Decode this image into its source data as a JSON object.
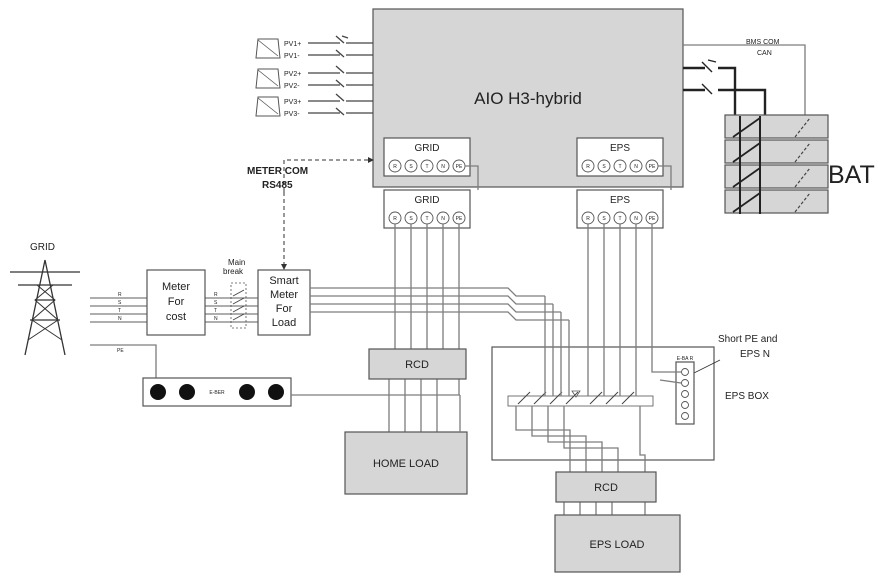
{
  "inverter": {
    "title": "AIO H3-hybrid"
  },
  "pv": [
    {
      "plus": "PV1+",
      "minus": "PV1-"
    },
    {
      "plus": "PV2+",
      "minus": "PV2-"
    },
    {
      "plus": "PV3+",
      "minus": "PV3-"
    }
  ],
  "bms": {
    "line1": "BMS COM",
    "line2": "CAN"
  },
  "battery": {
    "label": "BAT"
  },
  "grid_port": {
    "label": "GRID",
    "terminals": [
      "R",
      "S",
      "T",
      "N",
      "PE"
    ]
  },
  "eps_port": {
    "label": "EPS",
    "terminals": [
      "R",
      "S",
      "T",
      "N",
      "PE"
    ]
  },
  "meter_com": {
    "line1": "METER COM",
    "line2": "RS485"
  },
  "grid_source": {
    "label": "GRID"
  },
  "phase_lines": [
    "R",
    "S",
    "T",
    "N"
  ],
  "pe_line": "PE",
  "meter_cost": {
    "line1": "Meter",
    "line2": "For",
    "line3": "cost"
  },
  "main_break": {
    "line1": "Main",
    "line2": "break"
  },
  "smart_meter": {
    "line1": "Smart",
    "line2": "Meter",
    "line3": "For",
    "line4": "Load"
  },
  "ebar": {
    "label": "E-BER"
  },
  "eps_ebar": {
    "label": "E-BA R"
  },
  "rcd_home": {
    "label": "RCD"
  },
  "home_load": {
    "label": "HOME LOAD"
  },
  "short_note": {
    "line1": "Short PE and",
    "line2": "EPS N"
  },
  "eps_box": {
    "label": "EPS BOX"
  },
  "rcd_eps": {
    "label": "RCD"
  },
  "eps_load": {
    "label": "EPS LOAD"
  }
}
